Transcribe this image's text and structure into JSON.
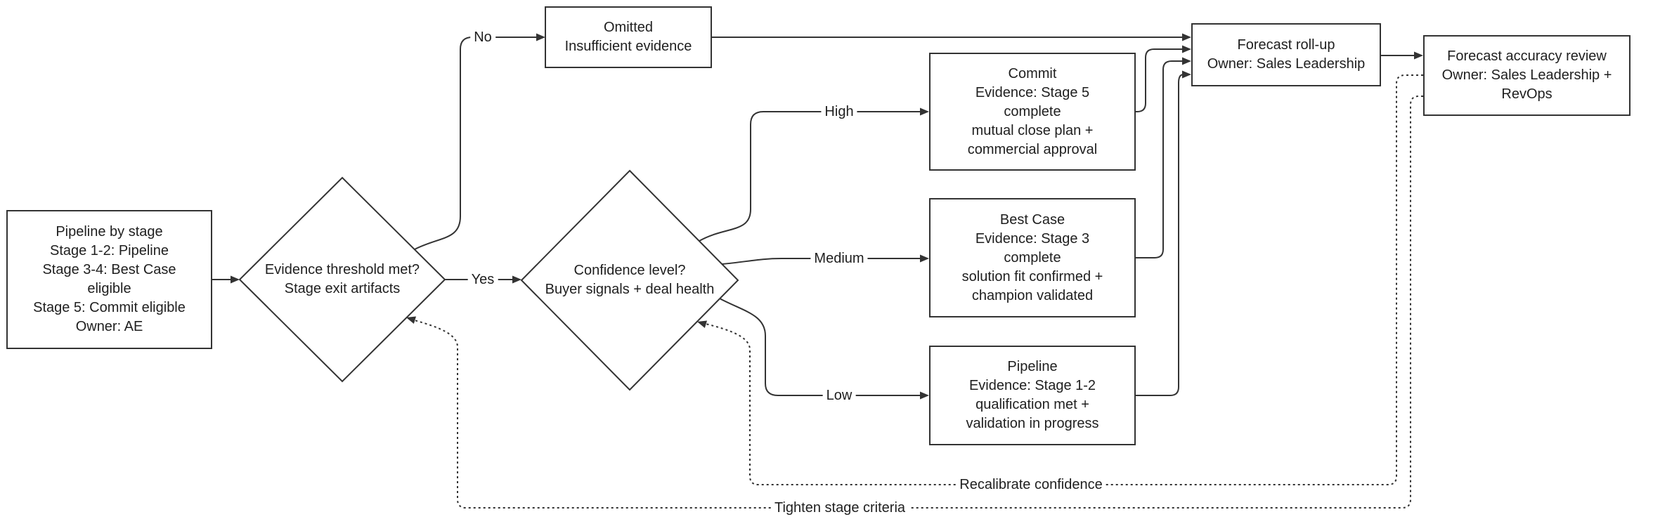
{
  "diagram": {
    "type": "flowchart",
    "colors": {
      "background": "#ffffff",
      "line": "#333333",
      "node_border": "#333333",
      "node_fill": "#ffffff",
      "text": "#1f1f1f"
    },
    "nodes": {
      "source": {
        "lines": [
          "Pipeline by stage",
          "Stage 1-2: Pipeline",
          "Stage 3-4: Best Case",
          "eligible",
          "Stage 5: Commit eligible",
          "Owner: AE"
        ]
      },
      "evidence_decision": {
        "lines": [
          "Evidence threshold met?",
          "Stage exit artifacts"
        ]
      },
      "omitted": {
        "lines": [
          "Omitted",
          "Insufficient evidence"
        ]
      },
      "confidence_decision": {
        "lines": [
          "Confidence level?",
          "Buyer signals + deal health"
        ]
      },
      "commit": {
        "lines": [
          "Commit",
          "Evidence: Stage 5",
          "complete",
          "mutual close plan +",
          "commercial approval"
        ]
      },
      "best_case": {
        "lines": [
          "Best Case",
          "Evidence: Stage 3",
          "complete",
          "solution fit confirmed +",
          "champion validated"
        ]
      },
      "pipeline": {
        "lines": [
          "Pipeline",
          "Evidence: Stage 1-2",
          "qualification met +",
          "validation in progress"
        ]
      },
      "rollup": {
        "lines": [
          "Forecast roll-up",
          "Owner: Sales Leadership"
        ]
      },
      "accuracy_review": {
        "lines": [
          "Forecast accuracy review",
          "Owner: Sales Leadership +",
          "RevOps"
        ]
      }
    },
    "edge_labels": {
      "no": "No",
      "yes": "Yes",
      "high": "High",
      "medium": "Medium",
      "low": "Low",
      "recalibrate": "Recalibrate confidence",
      "tighten": "Tighten stage criteria"
    }
  }
}
